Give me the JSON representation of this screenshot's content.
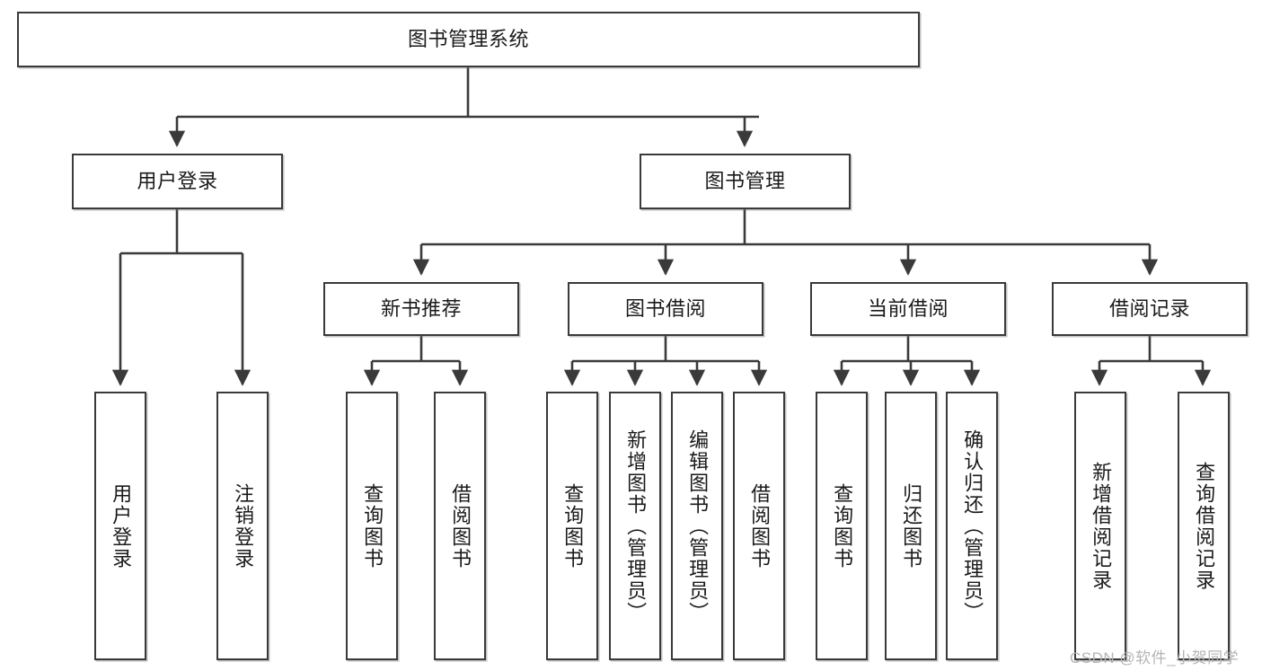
{
  "diagram": {
    "title": "图书管理系统",
    "type": "functional-structure-tree",
    "watermark": "CSDN @软件_小贺同学",
    "colors": {
      "box_border": "#3a3a3a",
      "box_fill": "#ffffff",
      "connector": "#3a3a3a",
      "text": "#1a1a1a",
      "watermark": "#b4b4b4"
    },
    "root": {
      "id": "root",
      "label": "图书管理系统"
    },
    "level2": [
      {
        "id": "n-user-login",
        "label": "用户登录"
      },
      {
        "id": "n-book-manage",
        "label": "图书管理"
      }
    ],
    "level3": [
      {
        "id": "n-new-book-rec",
        "label": "新书推荐"
      },
      {
        "id": "n-book-borrow",
        "label": "图书借阅"
      },
      {
        "id": "n-current-borrow",
        "label": "当前借阅"
      },
      {
        "id": "n-borrow-record",
        "label": "借阅记录"
      }
    ],
    "leaves": [
      {
        "id": "leaf-user-login",
        "label": "用户登录",
        "parent": "n-user-login"
      },
      {
        "id": "leaf-logout-login",
        "label": "注销登录",
        "parent": "n-user-login"
      },
      {
        "id": "leaf-query-book-1",
        "label": "查询图书",
        "parent": "n-new-book-rec"
      },
      {
        "id": "leaf-borrow-book-1",
        "label": "借阅图书",
        "parent": "n-new-book-rec"
      },
      {
        "id": "leaf-query-book-2",
        "label": "查询图书",
        "parent": "n-book-borrow"
      },
      {
        "id": "leaf-add-book",
        "label": "新增图书（管理员）",
        "parent": "n-book-borrow"
      },
      {
        "id": "leaf-edit-book",
        "label": "编辑图书（管理员）",
        "parent": "n-book-borrow"
      },
      {
        "id": "leaf-borrow-book-2",
        "label": "借阅图书",
        "parent": "n-book-borrow"
      },
      {
        "id": "leaf-query-book-3",
        "label": "查询图书",
        "parent": "n-current-borrow"
      },
      {
        "id": "leaf-return-book",
        "label": "归还图书",
        "parent": "n-current-borrow"
      },
      {
        "id": "leaf-confirm-return",
        "label": "确认归还（管理员）",
        "parent": "n-current-borrow"
      },
      {
        "id": "leaf-add-record",
        "label": "新增借阅记录",
        "parent": "n-borrow-record"
      },
      {
        "id": "leaf-query-record",
        "label": "查询借阅记录",
        "parent": "n-borrow-record"
      }
    ]
  }
}
